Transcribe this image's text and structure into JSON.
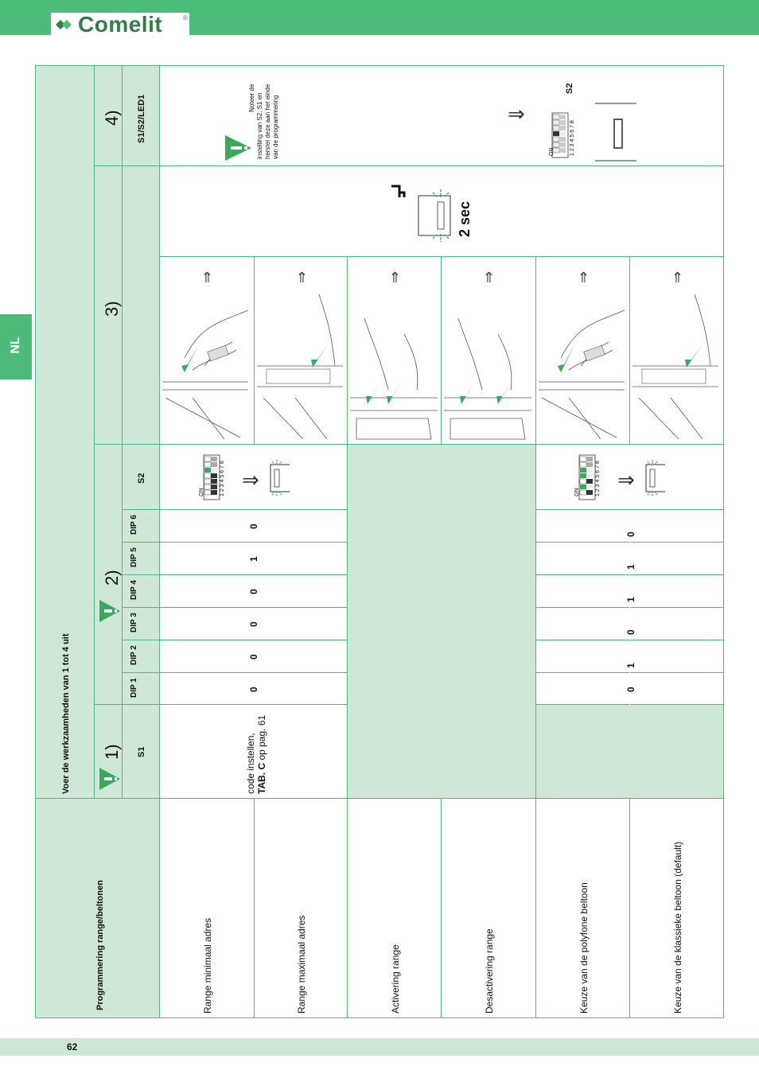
{
  "brand": {
    "logo_text": "Comelit",
    "registered": "®",
    "color": "#4dbb7a"
  },
  "language_tab": "NL",
  "page_number": "62",
  "header": {
    "left_title": "Programmering range/beltonen",
    "right_title": "Voer de werkzaamheden van 1 tot 4 uit"
  },
  "steps": {
    "step1": "1)",
    "step2": "2)",
    "step3": "3)",
    "step4": "4)"
  },
  "columns": {
    "s1": "S1",
    "dip1": "DIP 1",
    "dip2": "DIP 2",
    "dip3": "DIP 3",
    "dip4": "DIP 4",
    "dip5": "DIP 5",
    "dip6": "DIP 6",
    "s2": "S2",
    "s1s2led1": "S1/S2/LED1"
  },
  "s1_instruction": {
    "line1": "code instellen,",
    "bold": "TAB. C",
    "line2": " op pag. 61"
  },
  "dip_set_a": [
    "0",
    "0",
    "0",
    "0",
    "1",
    "0"
  ],
  "dip_set_b": [
    "0",
    "1",
    "0",
    "1",
    "1",
    "0"
  ],
  "rows": [
    "Range minimaal adres",
    "Range maximaal adres",
    "Activering range",
    "Desactivering range",
    "Keuze van de polyfone beltoon",
    "Keuze van de klassieke beltoon (default)"
  ],
  "timer_label": "2 sec",
  "note": {
    "line1": "Noteer    de",
    "line2": "instelling van S2, S1 en",
    "line3": "herstel deze aan het einde",
    "line4": "van de programmering"
  },
  "s2_label": "S2",
  "switch": {
    "on": "ON",
    "numbers": "1 2 3 4 5 6 7 8"
  },
  "arrow_symbol": "⇒"
}
